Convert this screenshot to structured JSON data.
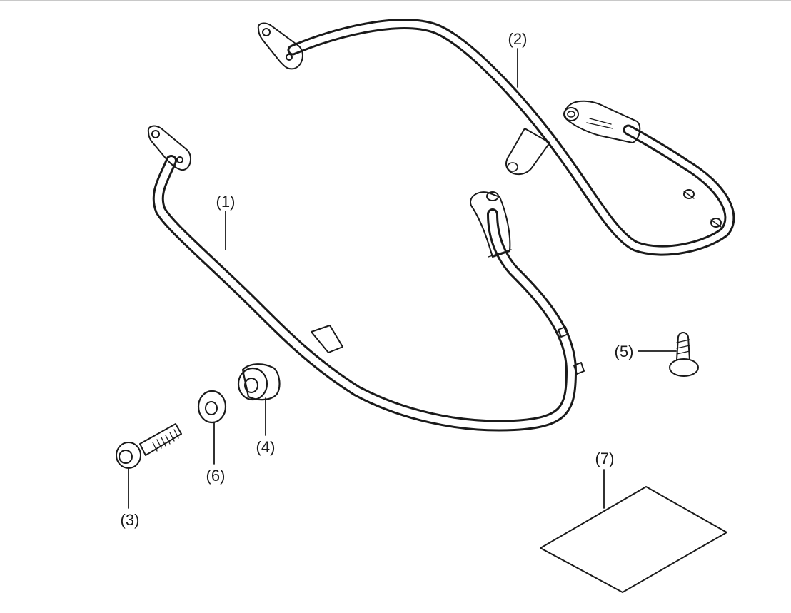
{
  "diagram": {
    "callouts": [
      {
        "id": "1",
        "label": "(1)",
        "part": "front-crash-bar"
      },
      {
        "id": "2",
        "label": "(2)",
        "part": "rear-crash-bar"
      },
      {
        "id": "3",
        "label": "(3)",
        "part": "bolt"
      },
      {
        "id": "4",
        "label": "(4)",
        "part": "collar"
      },
      {
        "id": "5",
        "label": "(5)",
        "part": "rivet-clip"
      },
      {
        "id": "6",
        "label": "(6)",
        "part": "washer"
      },
      {
        "id": "7",
        "label": "(7)",
        "part": "instruction-sheet"
      }
    ],
    "colors": {
      "ink": "#1a1a1a",
      "background": "#ffffff",
      "border": "#c8c8c8"
    }
  }
}
